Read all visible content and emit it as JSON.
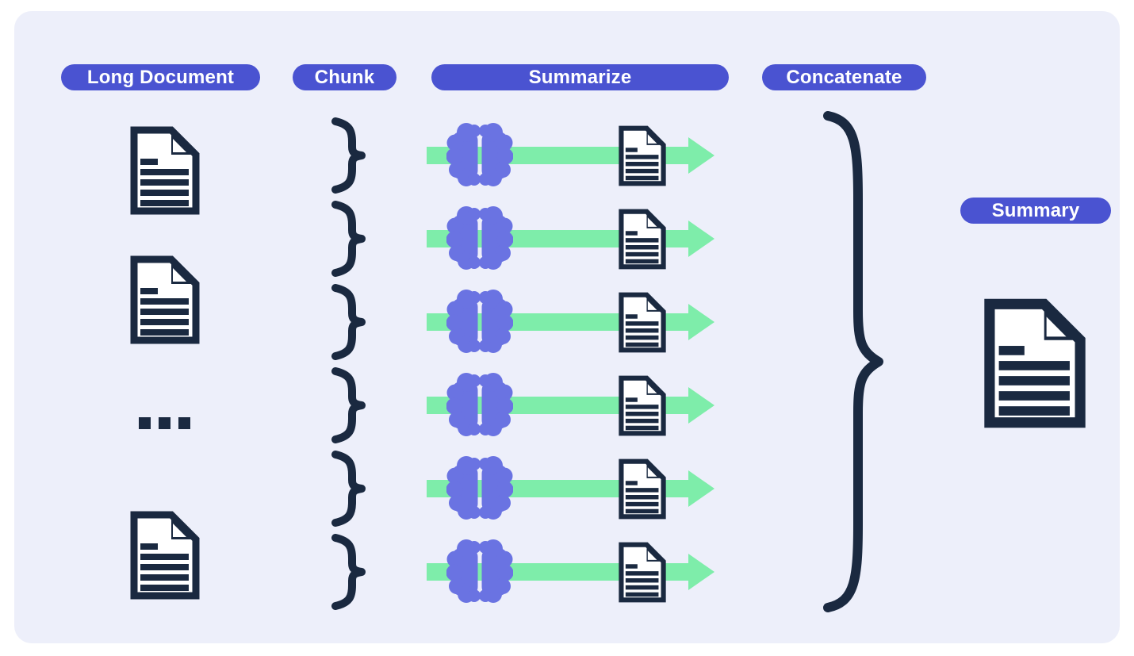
{
  "labels": {
    "long_document": "Long Document",
    "chunk": "Chunk",
    "summarize": "Summarize",
    "concatenate": "Concatenate",
    "summary": "Summary"
  },
  "colors": {
    "panel_background": "#edeffa",
    "pill_background": "#4a53d1",
    "pill_text": "#ffffff",
    "document_navy": "#1a2940",
    "brain_purple": "#6a73e2",
    "arrow_green": "#7eedaa"
  },
  "left_column": {
    "documents_count": 3,
    "ellipsis_dots": 3
  },
  "chunk_column": {
    "braces_count": 6
  },
  "summarize_column": {
    "rows_count": 6
  },
  "concatenate_column": {
    "braces_count": 1
  },
  "output": {
    "documents_count": 1
  }
}
